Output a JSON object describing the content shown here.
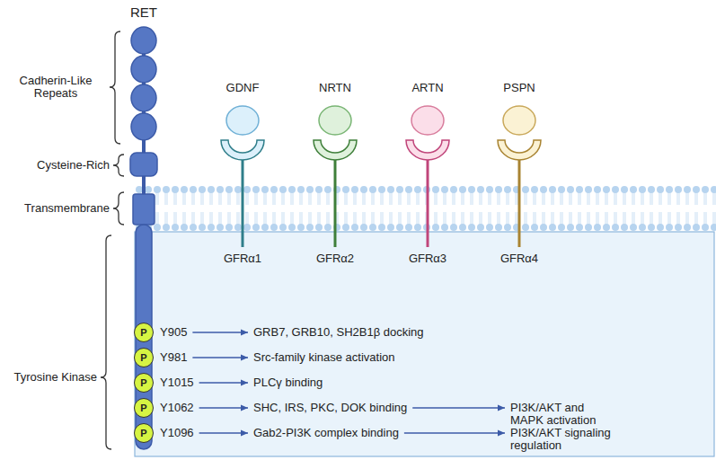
{
  "diagram": {
    "nodes": [
      {
        "text": [
          "GDNF"
        ]
      },
      {
        "text": [
          "NRTN"
        ]
      },
      {
        "text": [
          "ARTN"
        ]
      },
      {
        "text": [
          "PSPN"
        ]
      },
      {
        "text": [
          "GFRα1"
        ]
      },
      {
        "text": [
          "GFRα2"
        ]
      },
      {
        "text": [
          "GFRα3"
        ]
      },
      {
        "text": [
          "GFRα4"
        ]
      },
      {
        "text": [
          "P"
        ]
      },
      {
        "text": [
          "P"
        ]
      },
      {
        "text": [
          "P"
        ]
      },
      {
        "text": [
          "P"
        ]
      },
      {
        "text": [
          "P"
        ]
      }
    ],
    "labels": [
      "RET",
      "Cadherin-Like Repeats",
      "Cysteine-Rich",
      "Transmembrane",
      "Tyrosine Kinase",
      "Y905",
      "GRB7, GRB10, SH2B1β docking",
      "Y981",
      "Src-family kinase activation",
      "Y1015",
      "PLCγ binding",
      "Y1062",
      "SHC, IRS, PKC, DOK binding",
      "PI3K/AKT and MAPK activation",
      "Y1096",
      "Gab2-PI3K complex binding",
      "PI3K/AKT signaling regulation"
    ]
  }
}
